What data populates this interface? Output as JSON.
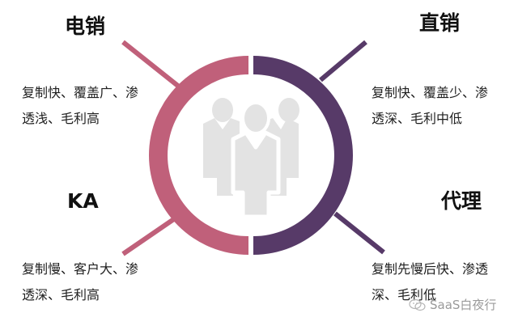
{
  "colors": {
    "left_accent": "#C0607A",
    "right_accent": "#573A68",
    "people_icon": "#E3E3E3",
    "text": "#1F1F1F",
    "watermark": "#9A9A9A"
  },
  "center": {
    "icon": "people-group-icon"
  },
  "quadrants": {
    "top_left": {
      "title": "电销",
      "lines": [
        "复制快、覆盖广、渗",
        "透浅、毛利高"
      ]
    },
    "top_right": {
      "title": "直销",
      "lines": [
        "复制快、覆盖少、渗",
        "透深、毛利中低"
      ]
    },
    "bottom_left": {
      "title": "KA",
      "lines": [
        "复制慢、客户大、渗",
        "透深、毛利高"
      ]
    },
    "bottom_right": {
      "title": "代理",
      "lines": [
        "复制先慢后快、渗透",
        "深、毛利低"
      ]
    }
  },
  "watermark": {
    "icon": "wechat-icon",
    "text": "SaaS白夜行"
  }
}
